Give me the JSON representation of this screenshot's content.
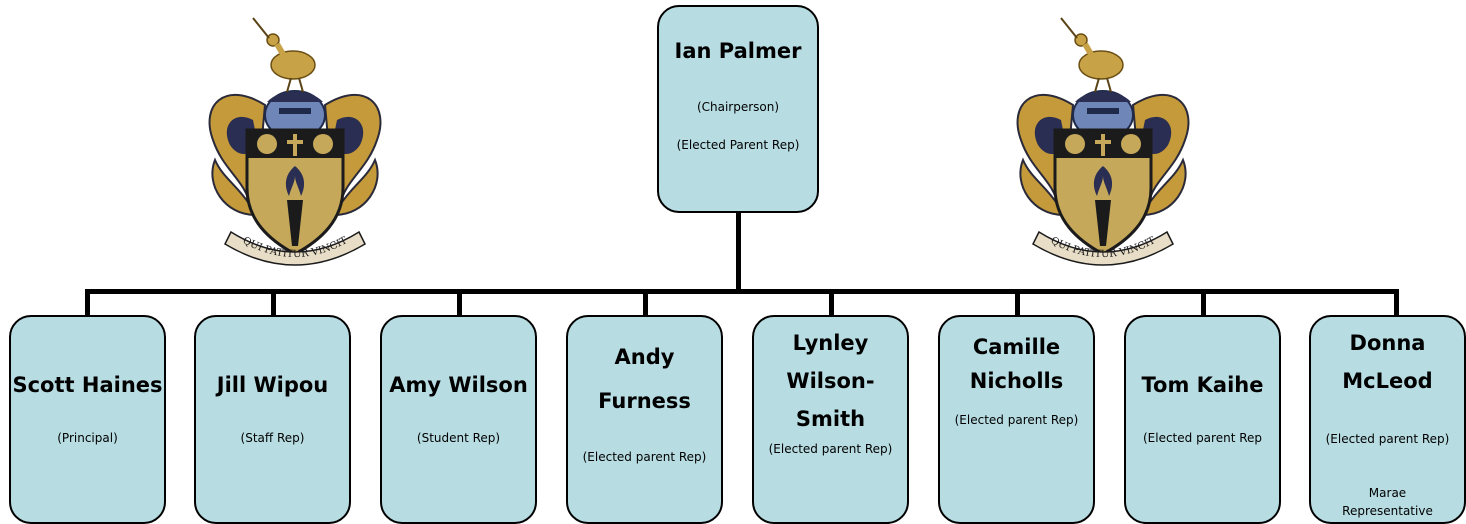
{
  "chair": {
    "name": "Ian Palmer",
    "role_1": "(Chairperson)",
    "role_2": "(Elected Parent Rep)"
  },
  "members": [
    {
      "name": "Scott Haines",
      "role": "(Principal)"
    },
    {
      "name": "Jill Wipou",
      "role": "(Staff Rep)"
    },
    {
      "name": "Amy Wilson",
      "role": "(Student Rep)"
    },
    {
      "name_1": "Andy",
      "name_2": "Furness",
      "role": "(Elected parent Rep)"
    },
    {
      "name_1": "Lynley",
      "name_2": "Wilson-",
      "name_3": "Smith",
      "role": "(Elected parent Rep)"
    },
    {
      "name_1": "Camille",
      "name_2": "Nicholls",
      "role": "(Elected parent Rep)"
    },
    {
      "name": "Tom Kaihe",
      "role": "(Elected parent Rep"
    },
    {
      "name_1": "Donna",
      "name_2": "McLeod",
      "role": "(Elected parent Rep)",
      "extra_1": "Marae",
      "extra_2": "Representative"
    }
  ],
  "crest": {
    "motto": "QUI PATITUR VINCIT"
  }
}
